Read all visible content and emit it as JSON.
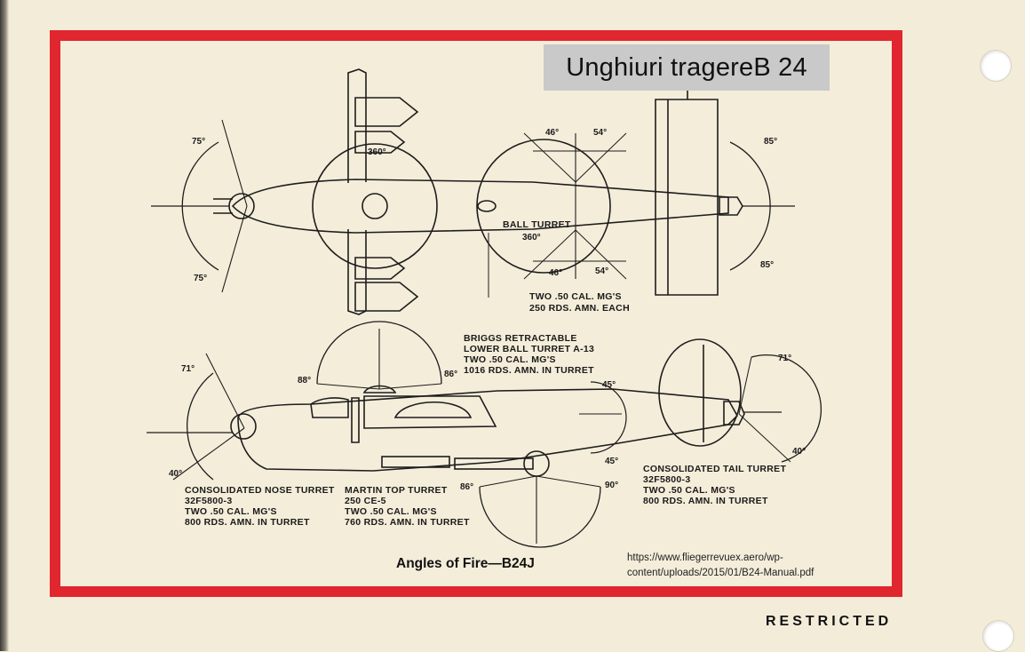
{
  "overlay_title": "Unghiuri tragereB 24",
  "top_view": {
    "nose_angles": {
      "upper": "75°",
      "lower": "75°"
    },
    "top_turret_angle": "360°",
    "ball_turret": {
      "name": "BALL TURRET",
      "rotation": "360°",
      "waist_angles": {
        "upper_left": "46°",
        "upper_right": "54°",
        "lower_left": "46°",
        "lower_right": "54°"
      },
      "waist_guns": {
        "line1": "TWO .50 CAL. MG'S",
        "line2": "250 RDS. AMN. EACH"
      }
    },
    "tail_angles": {
      "upper": "85°",
      "lower": "85°"
    }
  },
  "side_view": {
    "nose_angles": {
      "upper": "71°",
      "lower": "40°"
    },
    "top_turret_angles": {
      "forward": "88°",
      "aft": "86°"
    },
    "waist_angles": {
      "upper": "45°",
      "lower": "45°"
    },
    "belly_angles": {
      "forward": "86°",
      "aft": "90°"
    },
    "tail_angles": {
      "upper": "71°",
      "lower": "40°"
    }
  },
  "labels": {
    "lower_ball": {
      "line1": "BRIGGS RETRACTABLE",
      "line2": "LOWER BALL TURRET A-13",
      "line3": "TWO .50 CAL. MG'S",
      "line4": "1016 RDS. AMN. IN TURRET"
    },
    "nose_turret": {
      "line1": "CONSOLIDATED NOSE TURRET",
      "line2": "32F5800-3",
      "line3": "TWO .50 CAL. MG'S",
      "line4": "800 RDS. AMN. IN TURRET"
    },
    "top_turret": {
      "line1": "MARTIN TOP TURRET",
      "line2": "250 CE-5",
      "line3": "TWO .50 CAL. MG'S",
      "line4": "760 RDS. AMN. IN TURRET"
    },
    "tail_turret": {
      "line1": "CONSOLIDATED TAIL TURRET",
      "line2": "32F5800-3",
      "line3": "TWO .50 CAL. MG'S",
      "line4": "800 RDS. AMN. IN TURRET"
    }
  },
  "caption": "Angles of Fire—B24J",
  "source": {
    "line1": "https://www.fliegerrevuex.aero/wp-",
    "line2": "content/uploads/2015/01/B24-Manual.pdf"
  },
  "footer": "RESTRICTED",
  "colors": {
    "frame": "#e0262e",
    "paper": "#f4edda",
    "ink": "#1a1a1a"
  }
}
